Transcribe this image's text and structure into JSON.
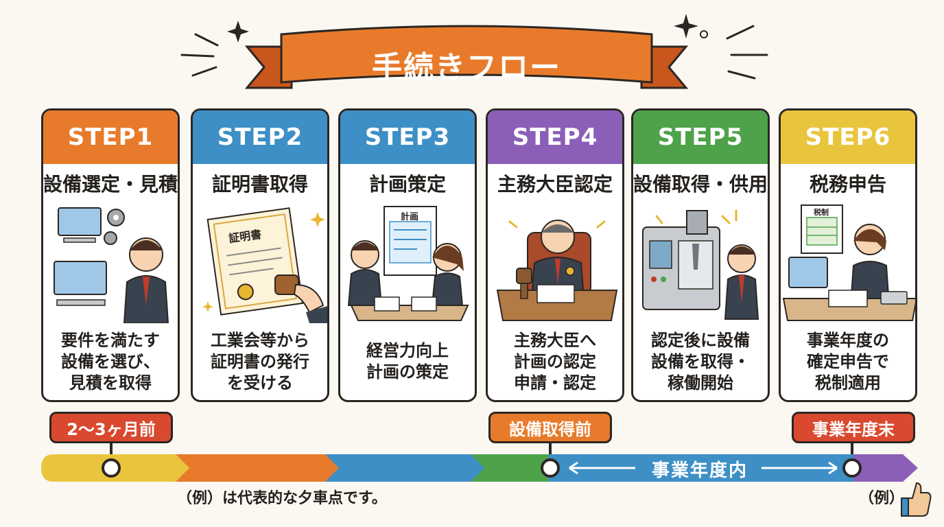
{
  "title": "手続きフロー",
  "steps": [
    {
      "label": "STEP1",
      "title": "設備選定・見積",
      "desc": [
        "要件を満たす",
        "設備を選び、",
        "見積を取得"
      ],
      "color": "#e87b2b"
    },
    {
      "label": "STEP2",
      "title": "証明書取得",
      "desc": [
        "工業会等から",
        "証明書の発行",
        "を受ける"
      ],
      "color": "#3d8fc6",
      "doc_text": "証明書"
    },
    {
      "label": "STEP3",
      "title": "計画策定",
      "desc": [
        "経営力向上",
        "計画の策定"
      ],
      "color": "#3d8fc6",
      "doc_text": "計画"
    },
    {
      "label": "STEP4",
      "title": "主務大臣認定",
      "desc": [
        "主務大臣へ",
        "計画の認定",
        "申請・認定"
      ],
      "color": "#8b5fb8"
    },
    {
      "label": "STEP5",
      "title": "設備取得・供用",
      "desc": [
        "認定後に設備",
        "設備を取得・",
        "稼働開始"
      ],
      "color": "#4ea24a"
    },
    {
      "label": "STEP6",
      "title": "税務申告",
      "desc": [
        "事業年度の",
        "確定申告で",
        "税制適用"
      ],
      "color": "#e9c53e",
      "doc_text": "税制"
    }
  ],
  "timeline": {
    "tags": [
      {
        "text": "2〜3ヶ月前",
        "color": "#d9492f"
      },
      {
        "text": "設備取得前",
        "color": "#e87b2b"
      },
      {
        "text": "事業年度末",
        "color": "#d9492f"
      }
    ],
    "range_label": "事業年度内",
    "segment_colors": [
      "#e9c53e",
      "#e87b2b",
      "#3d8fc6",
      "#4ea24a",
      "#3d8fc6",
      "#8b5fb8"
    ]
  },
  "notes": {
    "left": "（例）は代表的な夕車点です。",
    "right": "（例）"
  }
}
